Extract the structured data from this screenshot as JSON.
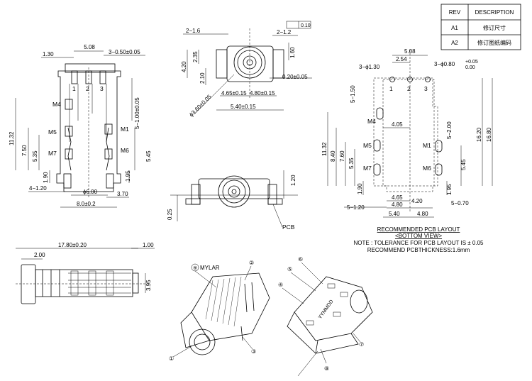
{
  "rev_table": {
    "headers": [
      "REV",
      "DESCRIPTION"
    ],
    "rows": [
      {
        "rev": "A1",
        "desc": "修订尺寸"
      },
      {
        "rev": "A2",
        "desc": "修订图纸编码"
      }
    ]
  },
  "front_view": {
    "dims": [
      "5.08",
      "1.30",
      "3−0.50±0.05",
      "5−1.00±0.05",
      "11.32",
      "7.50",
      "5.35",
      "1.90",
      "5.45",
      "1.95",
      "4−1.20",
      "ϕ6.00",
      "3.70",
      "8.0±0.2"
    ],
    "pins": [
      "1",
      "2",
      "3"
    ],
    "labels": [
      "M4",
      "M5",
      "M1",
      "M7",
      "M6"
    ]
  },
  "side_view": {
    "dims": [
      "2−1.6",
      "2−1.2",
      "0.10",
      "4.20",
      "2.35",
      "1.60",
      "2.10",
      "0.20±0.05",
      "ϕ3.60±0.05",
      "4.65±0.15",
      "4.80±0.15",
      "5.40±0.15"
    ]
  },
  "pcb_view": {
    "dims": [
      "1.20",
      "0.25"
    ],
    "label": "PCB"
  },
  "layout_view": {
    "dims": [
      "5.08",
      "2.54",
      "3−ϕ1.30",
      "3−ϕ0.80",
      "+0.05",
      "0.00",
      "5−1.50",
      "5−2.00",
      "4.05",
      "11.32",
      "8.40",
      "7.60",
      "5.35",
      "1.90",
      "16.20",
      "16.80",
      "5.45",
      "1.95",
      "4.65",
      "4.20",
      "4.80",
      "5−1.20",
      "5−0.70",
      "5.40",
      "4.80"
    ],
    "pins": [
      "1",
      "2",
      "3"
    ],
    "labels": [
      "M4",
      "M5",
      "M1",
      "M7",
      "M6"
    ],
    "notes": [
      "RECOMMENDED PCB LAYOUT",
      "<BOTTOM VIEW>",
      "NOTE : TOLERANCE FOR PCB LAYOUT IS ± 0.05",
      "RECOMMEND PCBTHICKNESS:1.6mm"
    ]
  },
  "bottom_view": {
    "dims": [
      "17.80±0.20",
      "2.00",
      "1.00",
      "3.95"
    ]
  },
  "iso_view_1": {
    "callouts": [
      "⑨",
      "MYLAR",
      "②",
      "①",
      "③"
    ]
  },
  "iso_view_2": {
    "callouts": [
      "⑥",
      "⑤",
      "④",
      "⑦",
      "⑧"
    ],
    "marking": "YYMMDD"
  }
}
